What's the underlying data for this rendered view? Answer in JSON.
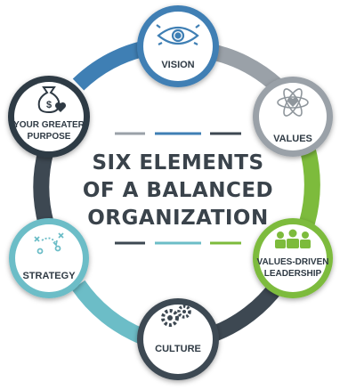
{
  "title": {
    "line1": "SIX ELEMENTS",
    "line2": "OF A BALANCED",
    "line3": "ORGANIZATION"
  },
  "colors": {
    "vision": "#3f7fb4",
    "values": "#9aa1a8",
    "leadership": "#7dbb3c",
    "culture": "#3d4852",
    "strategy": "#6cbdc7",
    "purpose": "#2f3a44",
    "text": "#2f3a44"
  },
  "elements": [
    {
      "key": "vision",
      "label_lines": [
        "VISION"
      ],
      "icon": "eye-icon"
    },
    {
      "key": "values",
      "label_lines": [
        "VALUES"
      ],
      "icon": "atom-heart-icon"
    },
    {
      "key": "leadership",
      "label_lines": [
        "VALUES-DRIVEN",
        "LEADERSHIP"
      ],
      "icon": "people-group-icon"
    },
    {
      "key": "culture",
      "label_lines": [
        "CULTURE"
      ],
      "icon": "gears-icon"
    },
    {
      "key": "strategy",
      "label_lines": [
        "STRATEGY"
      ],
      "icon": "strategy-play-icon"
    },
    {
      "key": "purpose",
      "label_lines": [
        "YOUR GREATER",
        "PURPOSE"
      ],
      "icon": "money-bag-heart-icon"
    }
  ]
}
